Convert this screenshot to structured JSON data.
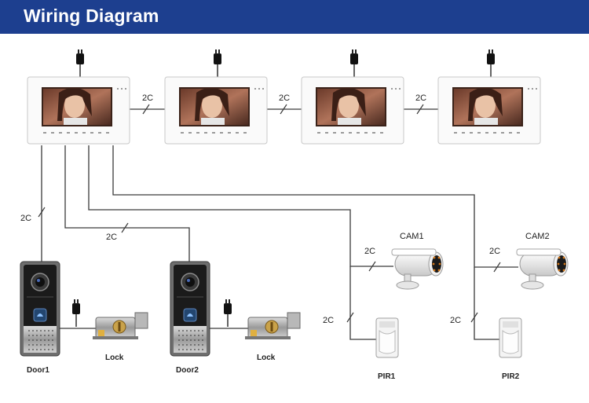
{
  "header": {
    "title": "Wiring Diagram",
    "background": "#1d3f8f"
  },
  "wire_label": "2C",
  "monitors": [
    {
      "id": "monitor-1"
    },
    {
      "id": "monitor-2"
    },
    {
      "id": "monitor-3"
    },
    {
      "id": "monitor-4"
    }
  ],
  "devices": {
    "door1": "Door1",
    "door2": "Door2",
    "lock1": "Lock",
    "lock2": "Lock",
    "cam1": "CAM1",
    "cam2": "CAM2",
    "pir1": "PIR1",
    "pir2": "PIR2"
  },
  "icons": [
    "power-adapter-icon",
    "monitor-icon",
    "door-station-icon",
    "electric-lock-icon",
    "bullet-camera-icon",
    "pir-sensor-icon"
  ]
}
